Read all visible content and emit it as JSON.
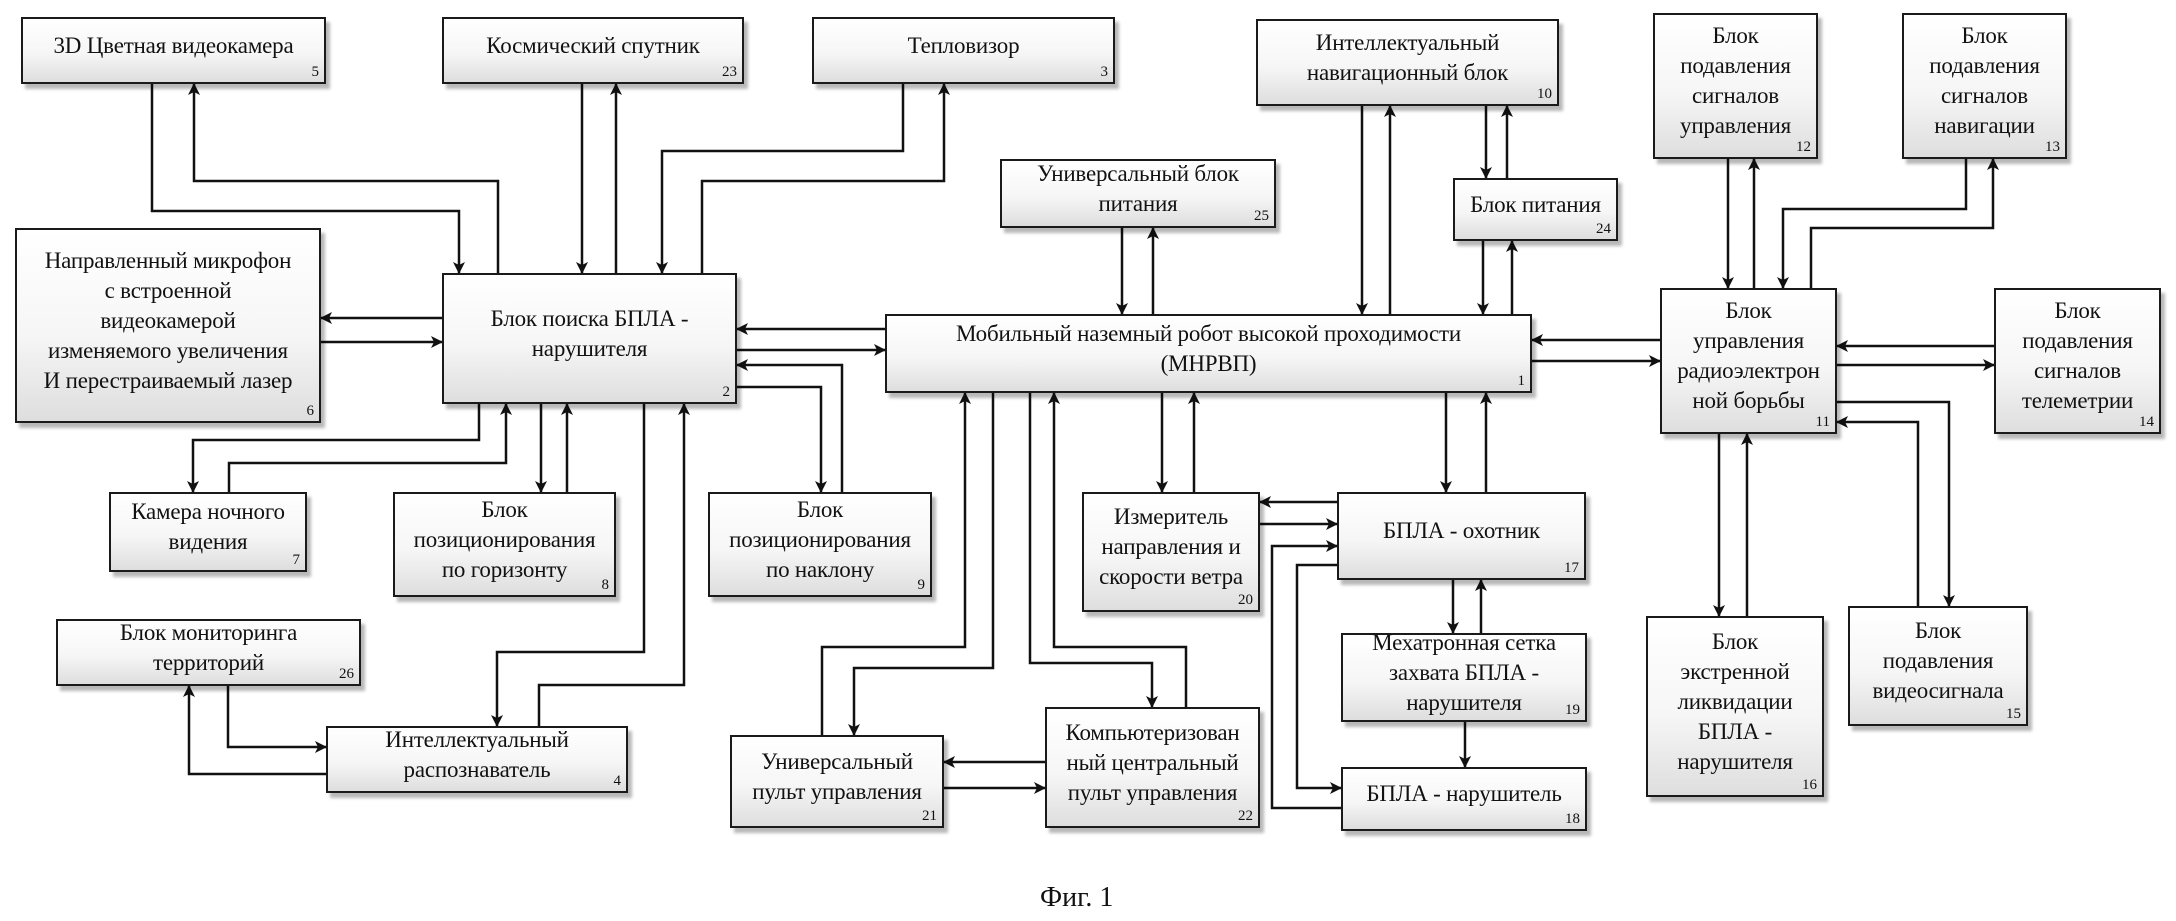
{
  "figure_caption": "Фиг. 1",
  "blocks": [
    {
      "number": "1",
      "label": "Мобильный наземный робот высокой проходимости\n(МНРВП)"
    },
    {
      "number": "2",
      "label": "Блок поиска БПЛА -\nнарушителя"
    },
    {
      "number": "3",
      "label": "Тепловизор"
    },
    {
      "number": "4",
      "label": "Интеллектуальный\nраспознаватель"
    },
    {
      "number": "5",
      "label": "3D Цветная видеокамера"
    },
    {
      "number": "6",
      "label": "Направленный микрофон\nс встроенной\nвидеокамерой\nизменяемого увеличения\nИ перестраиваемый лазер"
    },
    {
      "number": "7",
      "label": "Камера ночного\nвидения"
    },
    {
      "number": "8",
      "label": "Блок\nпозиционирования\nпо горизонту"
    },
    {
      "number": "9",
      "label": "Блок\nпозиционирования\nпо наклону"
    },
    {
      "number": "10",
      "label": "Интеллектуальный\nнавигационный блок"
    },
    {
      "number": "11",
      "label": "Блок\nуправления\nрадиоэлектрон\nной борьбы"
    },
    {
      "number": "12",
      "label": "Блок\nподавления\nсигналов\nуправления"
    },
    {
      "number": "13",
      "label": "Блок\nподавления\nсигналов\nнавигации"
    },
    {
      "number": "14",
      "label": "Блок\nподавления\nсигналов\nтелеметрии"
    },
    {
      "number": "15",
      "label": "Блок\nподавления\nвидеосигнала"
    },
    {
      "number": "16",
      "label": "Блок\nэкстренной\nликвидации\nБПЛА -\nнарушителя"
    },
    {
      "number": "17",
      "label": "БПЛА - охотник"
    },
    {
      "number": "18",
      "label": "БПЛА - нарушитель"
    },
    {
      "number": "19",
      "label": "Мехатронная сетка\nзахвата БПЛА -\nнарушителя"
    },
    {
      "number": "20",
      "label": "Измеритель\nнаправления и\nскорости ветра"
    },
    {
      "number": "21",
      "label": "Универсальный\nпульт управления"
    },
    {
      "number": "22",
      "label": "Компьютеризован\nный центральный\nпульт управления"
    },
    {
      "number": "23",
      "label": "Космический спутник"
    },
    {
      "number": "24",
      "label": "Блок питания"
    },
    {
      "number": "25",
      "label": "Универсальный блок\nпитания"
    },
    {
      "number": "26",
      "label": "Блок мониторинга\nтерриторий"
    }
  ],
  "connections": [
    {
      "from": "5",
      "to": "2"
    },
    {
      "from": "2",
      "to": "5"
    },
    {
      "from": "23",
      "to": "2"
    },
    {
      "from": "2",
      "to": "23"
    },
    {
      "from": "3",
      "to": "2"
    },
    {
      "from": "2",
      "to": "3"
    },
    {
      "from": "2",
      "to": "6"
    },
    {
      "from": "6",
      "to": "2"
    },
    {
      "from": "1",
      "to": "2"
    },
    {
      "from": "2",
      "to": "1"
    },
    {
      "from": "2",
      "to": "9"
    },
    {
      "from": "9",
      "to": "2"
    },
    {
      "from": "2",
      "to": "7"
    },
    {
      "from": "7",
      "to": "2"
    },
    {
      "from": "2",
      "to": "8"
    },
    {
      "from": "8",
      "to": "2"
    },
    {
      "from": "2",
      "to": "4"
    },
    {
      "from": "4",
      "to": "2"
    },
    {
      "from": "26",
      "to": "4"
    },
    {
      "from": "4",
      "to": "26"
    },
    {
      "from": "22",
      "to": "21"
    },
    {
      "from": "21",
      "to": "22"
    },
    {
      "from": "21",
      "to": "1"
    },
    {
      "from": "1",
      "to": "21"
    },
    {
      "from": "22",
      "to": "1"
    },
    {
      "from": "1",
      "to": "22"
    },
    {
      "from": "25",
      "to": "1"
    },
    {
      "from": "1",
      "to": "25"
    },
    {
      "from": "10",
      "to": "1"
    },
    {
      "from": "1",
      "to": "10"
    },
    {
      "from": "10",
      "to": "24"
    },
    {
      "from": "24",
      "to": "10"
    },
    {
      "from": "24",
      "to": "1"
    },
    {
      "from": "1",
      "to": "24"
    },
    {
      "from": "11",
      "to": "1"
    },
    {
      "from": "1",
      "to": "11"
    },
    {
      "from": "12",
      "to": "11"
    },
    {
      "from": "11",
      "to": "12"
    },
    {
      "from": "13",
      "to": "11"
    },
    {
      "from": "11",
      "to": "13"
    },
    {
      "from": "14",
      "to": "11"
    },
    {
      "from": "11",
      "to": "14"
    },
    {
      "from": "11",
      "to": "15"
    },
    {
      "from": "15",
      "to": "11"
    },
    {
      "from": "11",
      "to": "16"
    },
    {
      "from": "16",
      "to": "11"
    },
    {
      "from": "1",
      "to": "20"
    },
    {
      "from": "20",
      "to": "1"
    },
    {
      "from": "1",
      "to": "17"
    },
    {
      "from": "17",
      "to": "1"
    },
    {
      "from": "17",
      "to": "20"
    },
    {
      "from": "20",
      "to": "17"
    },
    {
      "from": "18",
      "to": "17"
    },
    {
      "from": "17",
      "to": "18"
    },
    {
      "from": "17",
      "to": "19"
    },
    {
      "from": "19",
      "to": "17"
    },
    {
      "from": "19",
      "to": "18"
    }
  ]
}
